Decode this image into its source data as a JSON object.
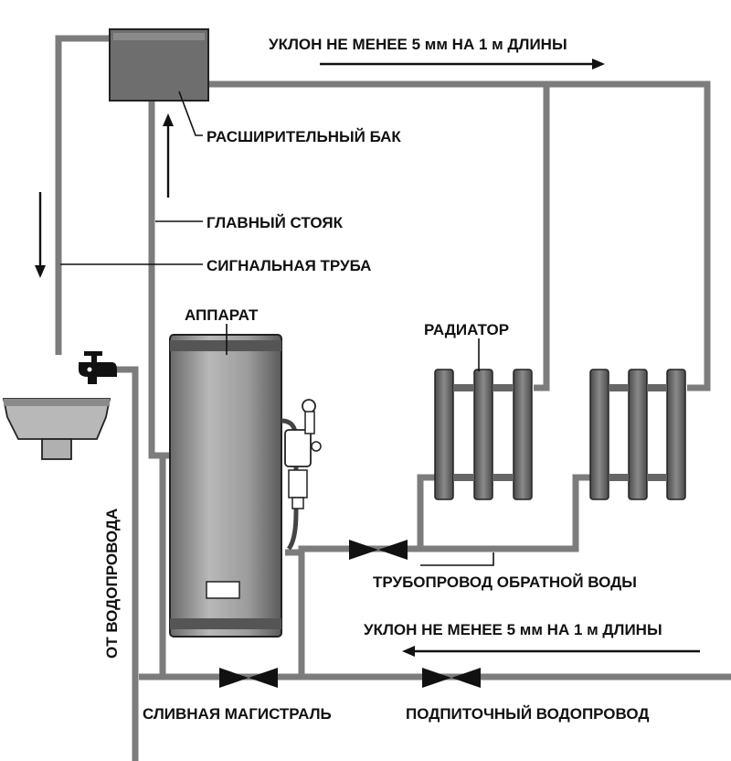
{
  "labels": {
    "slope_top": "УКЛОН НЕ МЕНЕЕ 5 мм НА 1 м ДЛИНЫ",
    "expansion_tank": "РАСШИРИТЕЛЬНЫЙ БАК",
    "main_riser": "ГЛАВНЫЙ СТОЯК",
    "signal_pipe": "СИГНАЛЬНАЯ ТРУБА",
    "apparatus": "АППАРАТ",
    "radiator": "РАДИАТОР",
    "from_water_supply": "ОТ ВОДОПРОВОДА",
    "return_pipe": "ТРУБОПРОВОД ОБРАТНОЙ ВОДЫ",
    "slope_bottom": "УКЛОН НЕ МЕНЕЕ 5 мм НА 1 м ДЛИНЫ",
    "drain_main": "СЛИВНАЯ МАГИСТРАЛЬ",
    "makeup_supply": "ПОДПИТОЧНЫЙ ВОДОПРОВОД"
  },
  "colors": {
    "pipe": "#7c7c7c",
    "tank": "#6e6e6e",
    "boiler_body": "#9a9a9a",
    "text": "#111111"
  },
  "icons": [
    "expansion-tank-icon",
    "boiler-icon",
    "radiator-icon",
    "valve-icon",
    "faucet-icon",
    "sink-icon",
    "flow-arrow-icon"
  ]
}
